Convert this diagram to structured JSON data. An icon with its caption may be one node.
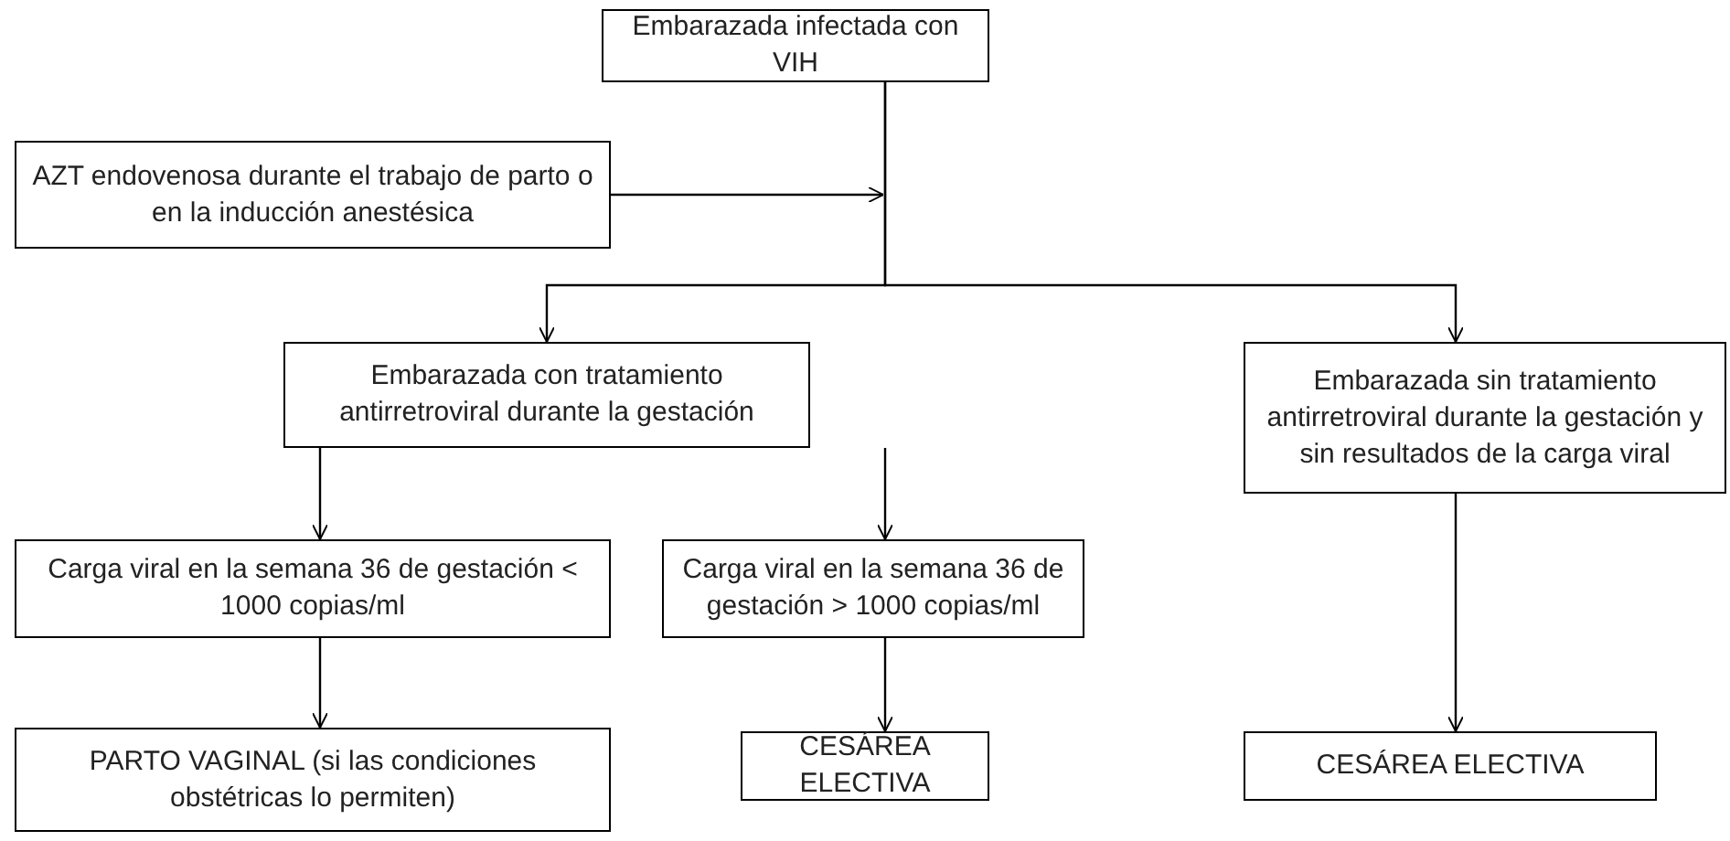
{
  "diagram": {
    "nodes": [
      {
        "text": [
          "Embarazada infectada con VIH"
        ]
      },
      {
        "text": [
          "AZT endovenosa durante el trabajo de parto o en la inducción anestésica"
        ]
      },
      {
        "text": [
          "Embarazada con tratamiento antirretroviral durante la gestación"
        ]
      },
      {
        "text": [
          "Embarazada sin tratamiento antirretroviral durante la gestación y sin resultados de la carga viral"
        ]
      },
      {
        "text": [
          "Carga viral en la semana 36 de gestación < 1000 copias/ml"
        ]
      },
      {
        "text": [
          "Carga viral en la semana 36 de gestación > 1000 copias/ml"
        ]
      },
      {
        "text": [
          "PARTO VAGINAL (si las condiciones obstétricas lo permiten)"
        ]
      },
      {
        "text": [
          "CESÁREA ELECTIVA"
        ]
      },
      {
        "text": [
          "CESÁREA ELECTIVA"
        ]
      }
    ],
    "edges": [
      {
        "from": 0,
        "to": 2,
        "arrow": "to"
      },
      {
        "from": 0,
        "to": 3,
        "arrow": "to"
      },
      {
        "from": 1,
        "to": null,
        "arrow": "to"
      },
      {
        "from": 2,
        "to": 4,
        "arrow": "to"
      },
      {
        "from": 2,
        "to": 5,
        "arrow": "to"
      },
      {
        "from": 4,
        "to": 6,
        "arrow": "to"
      },
      {
        "from": 5,
        "to": 7,
        "arrow": "to"
      },
      {
        "from": 3,
        "to": 8,
        "arrow": "to"
      }
    ]
  }
}
